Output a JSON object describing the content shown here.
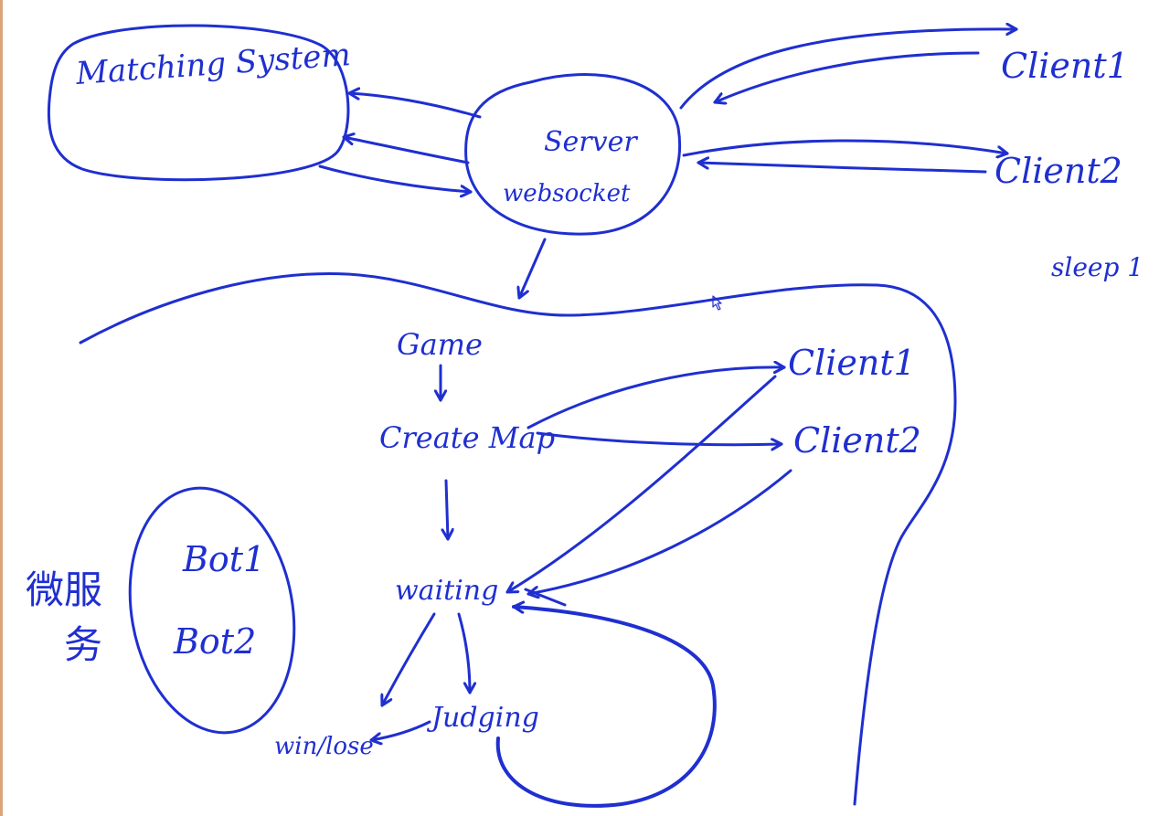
{
  "colors": {
    "ink": "#1f2fd0",
    "page": "#ffffff",
    "left_edge": "#d8a57a"
  },
  "labels": {
    "matching_system": "Matching System",
    "server": "Server",
    "websocket": "websocket",
    "client1_top": "Client1",
    "client2_top": "Client2",
    "sleep": "sleep 1",
    "game": "Game",
    "create_map": "Create Map",
    "client1_game": "Client1",
    "client2_game": "Client2",
    "waiting": "waiting",
    "judging": "Judging",
    "win_lose": "win/lose",
    "bot1": "Bot1",
    "bot2": "Bot2",
    "microservice": "微服",
    "microservice_2": "务"
  }
}
